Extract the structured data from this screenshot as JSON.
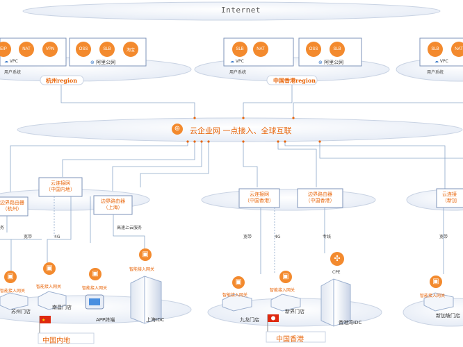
{
  "title": "Internet",
  "hub": "云企业网  一点接入、全球互联",
  "regions": [
    {
      "name": "杭州region",
      "system": "用户系统",
      "services": [
        "EIP",
        "NAT",
        "VPN",
        "OSS",
        "SLB",
        "淘宝"
      ],
      "vpc": "VPC",
      "public": "阿里公网"
    },
    {
      "name": "中国香港region",
      "system": "用户系统",
      "services": [
        "SLB",
        "NAT",
        "OSS",
        "SLB"
      ],
      "vpc": "VPC",
      "public": "阿里公网"
    },
    {
      "name": "",
      "system": "用户系统",
      "services": [
        "SLB",
        "NAT"
      ],
      "vpc": "VPC",
      "public": ""
    }
  ],
  "mainland": {
    "cloud_net": "云连接网",
    "cloud_net_sub": "（中国内地）",
    "edge_hz": "边界路由器",
    "edge_hz_sub": "（杭州）",
    "edge_sh": "边界路由器",
    "edge_sh_sub": "（上海）",
    "link_broadband": "宽带",
    "link_4g": "4G",
    "link_fast": "高速上云服务",
    "link_partial": "务",
    "gateway": "智能接入网关",
    "sites": [
      "苏州门店",
      "南昌门店",
      "APP终端",
      "上海IDC"
    ],
    "country": "中国内地"
  },
  "hongkong": {
    "cloud_net": "云连接网",
    "cloud_net_sub": "（中国香港）",
    "edge": "边界路由器",
    "edge_sub": "（中国香港）",
    "link_broadband": "宽带",
    "link_4g": "4G",
    "link_leased": "专线",
    "cpe": "CPE",
    "gateway": "智能接入网关",
    "sites": [
      "九龙门店",
      "新界门店",
      "香港湾IDC"
    ],
    "country": "中国香港"
  },
  "singapore": {
    "cloud_net": "云连接",
    "cloud_net_sub": "（新加",
    "link_broadband": "宽带",
    "gateway": "智能接入网关",
    "sites": [
      "新加坡门店"
    ]
  },
  "colors": {
    "accent": "#e8650a",
    "line": "#8aa6c9",
    "ellipse": "#eef2f8",
    "ellipse_edge": "#c9d3e3",
    "box_edge": "#7d93b8"
  }
}
